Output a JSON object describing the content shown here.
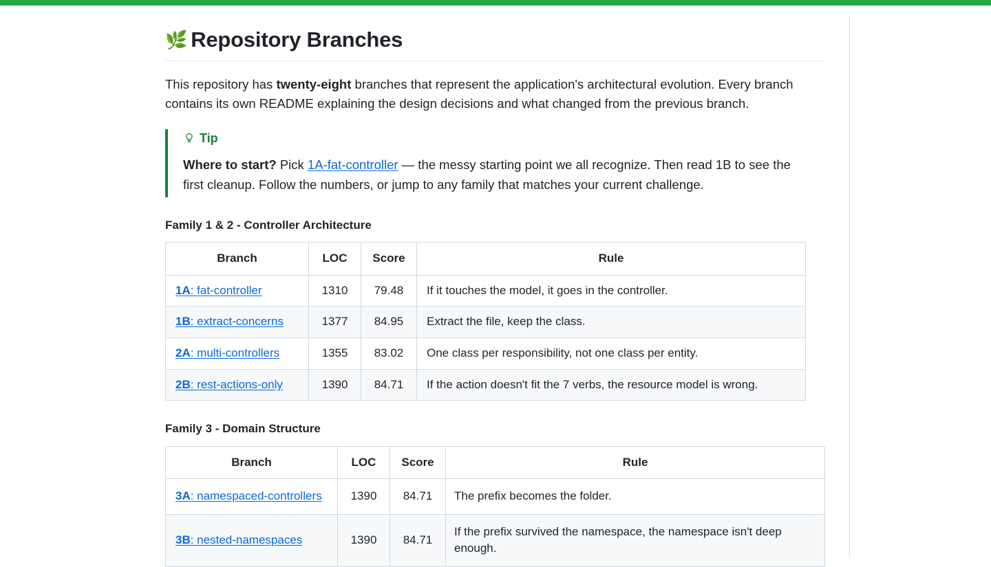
{
  "theme": {
    "accent_green": "#28a745",
    "callout_green": "#1a7f37",
    "link_blue": "#0969da",
    "text": "#1f2328",
    "row_stripe": "#f6f8fa",
    "border": "#d1d9e0"
  },
  "page": {
    "emoji": "🌿",
    "title": "Repository Branches",
    "intro_before": "This repository has ",
    "intro_bold": "twenty-eight",
    "intro_after": " branches that represent the application's architectural evolution. Every branch contains its own README explaining the design decisions and what changed from the previous branch."
  },
  "callout": {
    "icon": "lightbulb-icon",
    "label": "Tip",
    "lead_bold": "Where to start?",
    "text_before_link": " Pick ",
    "link_text": "1A-fat-controller",
    "text_after_link": " — the messy starting point we all recognize. Then read 1B to see the first cleanup. Follow the numbers, or jump to any family that matches your current challenge."
  },
  "sections": [
    {
      "heading": "Family 1 & 2 - Controller Architecture",
      "table_id": "table-family-12",
      "columns": [
        "Branch",
        "LOC",
        "Score",
        "Rule"
      ],
      "rows": [
        {
          "branch_code": "1A",
          "branch_name": ": fat-controller",
          "loc": "1310",
          "score": "79.48",
          "rule": "If it touches the model, it goes in the controller."
        },
        {
          "branch_code": "1B",
          "branch_name": ": extract-concerns",
          "loc": "1377",
          "score": "84.95",
          "rule": "Extract the file, keep the class."
        },
        {
          "branch_code": "2A",
          "branch_name": ": multi-controllers",
          "loc": "1355",
          "score": "83.02",
          "rule": "One class per responsibility, not one class per entity."
        },
        {
          "branch_code": "2B",
          "branch_name": ": rest-actions-only",
          "loc": "1390",
          "score": "84.71",
          "rule": "If the action doesn't fit the 7 verbs, the resource model is wrong."
        }
      ]
    },
    {
      "heading": "Family 3 - Domain Structure",
      "table_id": "table-family-3",
      "columns": [
        "Branch",
        "LOC",
        "Score",
        "Rule"
      ],
      "rows": [
        {
          "branch_code": "3A",
          "branch_name": ": namespaced-controllers",
          "loc": "1390",
          "score": "84.71",
          "rule": "The prefix becomes the folder."
        },
        {
          "branch_code": "3B",
          "branch_name": ": nested-namespaces",
          "loc": "1390",
          "score": "84.71",
          "rule": "If the prefix survived the namespace, the namespace isn't deep enough."
        }
      ]
    }
  ]
}
